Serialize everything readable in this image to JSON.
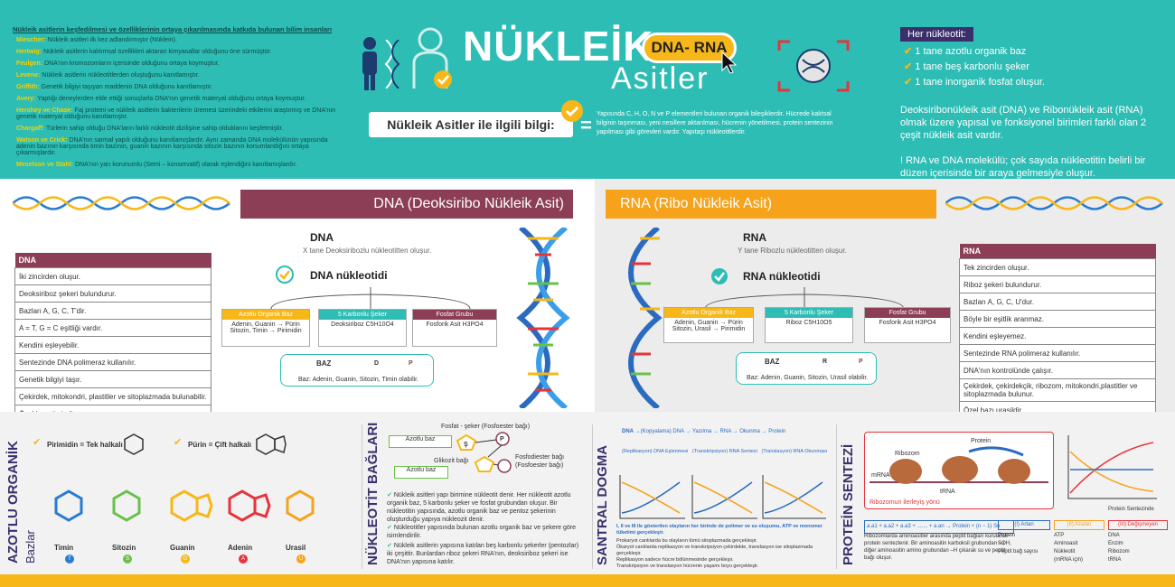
{
  "header": {
    "title": "NÜKLEİK",
    "subtitle": "Asitler",
    "pill": "DNA- RNA",
    "info_label": "Nükleik Asitler ile ilgili bilgi:",
    "eq": "=",
    "info_text": "Yapısında C, H, O, N ve P elementleri bulunan organik bileşiklerdir. Hücrede kalıtsal bilginin taşınması, yeni nesillere aktarılması, hücrenin yönetilmesi, protein sentezinin yapılması gibi görevleri vardır. Yapıtaşı nükleotitlerdir."
  },
  "scientists": {
    "title": "Nükleik asitlerin keşfedilmesi ve özelliklerinin ortaya çıkarılmasında katkıda bulunan bilim insanları",
    "items": [
      {
        "name": "Miescher:",
        "text": "Nükleik asitleri ilk kez adlandırmıştır (Nüklein)."
      },
      {
        "name": "Hertwig:",
        "text": "Nükleik asitlerin kalıtımsal özellikleri aktaran kimyasallar olduğunu öne sürmüştür."
      },
      {
        "name": "Feulgen:",
        "text": "DNA'nın kromozomların içerisinde olduğunu ortaya koymuştur."
      },
      {
        "name": "Levene:",
        "text": "Nükleik asitlerin nükleotitlerden oluştuğunu kanıtlamıştır."
      },
      {
        "name": "Griffith:",
        "text": "Genetik bilgiyi taşıyan maddenin DNA olduğunu kanıtlamıştır."
      },
      {
        "name": "Avery:",
        "text": "Yaptığı deneylerden elde ettiği sonuçlarla DNA'nın genetik materyal olduğunu ortaya koymuştur."
      },
      {
        "name": "Hershey ve Chase:",
        "text": "Faj proteini ve nükleik asitlerin bakterilerin üremesi üzerindeki etkilerini araştırmış ve DNA'nın genetik materyal olduğunu kanıtlamıştır."
      },
      {
        "name": "Chargaff:",
        "text": "Türlerin sahip olduğu DNA'ların farklı nükleotit dizilişine sahip olduklarını keşfetmiştir."
      },
      {
        "name": "Watson ve Crick:",
        "text": "DNA'nın sarmal yapılı olduğunu kanıtlamışlardır. Aynı zamanda DNA molekülünün yapısında adenin bazının karşısında timin bazının, guanin bazının karşısında sitozin bazının konumlandığını ortaya çıkarmışlardır."
      },
      {
        "name": "Meselson ve Stahl:",
        "text": "DNA'nın yarı korunumlu (Semi – konservatif) olarak eşlendiğini kanıtlamışlardır."
      }
    ]
  },
  "nucleotide": {
    "title": "Her nükleotit:",
    "items": [
      "1 tane azotlu organik baz",
      "1 tane beş karbonlu şeker",
      "1 tane inorganik fosfat oluşur."
    ],
    "p1": "Deoksiribonükleik asit (DNA) ve Ribonükleik asit (RNA) olmak üzere yapısal ve fonksiyonel birimleri farklı olan 2 çeşit nükleik asit vardır.",
    "p2": "! RNA ve DNA molekülü; çok sayıda nükleotitin belirli bir düzen içerisinde bir araya gelmesiyle oluşur."
  },
  "dna": {
    "header": "DNA (Deoksiribo Nükleik Asit)",
    "label": "DNA",
    "desc": "X tane Deoksiribozlu nükleotitten oluşur.",
    "nuc_label": "DNA nükleotidi",
    "b1h": "Azotlu Organik Baz",
    "b1": "Adenin, Guanin → Pürin Sitozin, Timin → Pirimidin",
    "b2h": "5 Karbonlu Şeker",
    "b2": "Deoksiriboz C5H10O4",
    "b3h": "Fosfat Grubu",
    "b3": "Fosforik Asit H3PO4",
    "baz": "BAZ",
    "d": "D",
    "p": "P",
    "bazlist": "Baz: Adenin, Guanin, Sitozin, Timin olabilir.",
    "table_title": "DNA",
    "rows": [
      "İki zincirden oluşur.",
      "Deoksiriboz şekeri bulundurur.",
      "Bazları A, G, C, T'dir.",
      "A = T, G = C eşitliği vardır.",
      "Kendini eşleyebilir.",
      "Sentezinde DNA polimeraz kullanılır.",
      "Genetik bilgiyi taşır.",
      "Çekirdek, mitokondri, plastitler ve sitoplazmada bulunabilir.",
      "Özel bazı timindir."
    ]
  },
  "rna": {
    "header": "RNA (Ribo Nükleik Asit)",
    "label": "RNA",
    "desc": "Y tane Ribozlu nükleotitten oluşur.",
    "nuc_label": "RNA nükleotidi",
    "b1h": "Azotlu Organik Baz",
    "b1": "Adenin, Guanin → Pürin Sitozin, Urasil → Pirimidin",
    "b2h": "5 Karbonlu Şeker",
    "b2": "Riboz C5H10O5",
    "b3h": "Fosfat Grubu",
    "b3": "Fosforik Asit H3PO4",
    "baz": "BAZ",
    "r": "R",
    "p": "P",
    "bazlist": "Baz: Adenin, Guanin, Sitozin, Urasil olabilir.",
    "table_title": "RNA",
    "rows": [
      "Tek zincirden oluşur.",
      "Riboz şekeri bulundurur.",
      "Bazları A, G, C, U'dur.",
      "Böyle bir eşitlik aranmaz.",
      "Kendini eşleyemez.",
      "Sentezinde RNA polimeraz kullanılır.",
      "DNA'nın kontrolünde çalışır.",
      "Çekirdek, çekirdekçik, ribozom, mitokondri,plastitler ve sitoplazmada bulunur.",
      "Özel bazı urasildir."
    ]
  },
  "bases": {
    "vtitle": "AZOTLU ORGANİK",
    "vsub": "Bazlar",
    "pyr": "Pirimidin = Tek halkalı",
    "pur": "Pürin = Çift halkalı",
    "names": [
      "Timin",
      "Sitozin",
      "Guanin",
      "Adenin",
      "Urasil"
    ],
    "letters": [
      "T",
      "S",
      "G",
      "A",
      "U"
    ]
  },
  "bonds": {
    "vtitle": "NÜKLEOTİT BAĞLARI",
    "fosfat": "Fosfat - şeker (Fosfoester bağı)",
    "azotlu": "Azotlu baz",
    "glikozit": "Glikozit bağı",
    "fosfodiester": "Fosfodiester bağı (Fosfoester bağı)",
    "s": "Ş",
    "p": "P",
    "t1": "Nükleik asitleri yapı birimine nükleotit denir. Her nükleotit azotlu organik baz, 5 karbonlu şeker ve fosfat grubundan oluşur. Bir nükleotitin yapısında, azotlu organik baz ve pentoz şekerinin oluşturduğu yapıya nükleozit denir.",
    "t2": "Nükleotitler yapısında bulunan azotlu organik baz ve şekere göre isimlendirilir.",
    "t3": "Nükleik asitlerin yapısına katılan beş karbonlu şekerler (pentozlar) iki çeşittir. Bunlardan riboz şekeri RNA'nın, deoksiriboz şekeri ise DNA'nın yapısına katılır."
  },
  "dogma": {
    "vtitle": "SANTRAL DOGMA",
    "dna": "DNA",
    "k": "Kopyalama",
    "y": "Yazılma",
    "o": "Okunma",
    "rna": "RNA",
    "prot": "Protein",
    "e1": "(Replikasyon) DNA Eşlenmesi",
    "e2": "(Transkripsiyon) RNA Sentezi",
    "e3": "(Translasyon) RNA Okunması",
    "note": "I, II ve III ile gösterilen olayların her birinde de polimer ve su oluşumu, ATP ve monomer tüketimi gerçekleşir.",
    "n1": "Prokaryot canlılarda bu olayların tümü sitoplazmada gerçekleşir.",
    "n2": "Ökaryot canlılarda replikasyon ve transkripsiyon çekirdekte, translasyon ise sitoplazmada gerçekleşir.",
    "n3": "Replikasyon sadece hücre bölünmesinde gerçekleşir.",
    "n4": "Transkripsiyon ve translasyon hücrenin yaşamı boyu gerçekleşir."
  },
  "protein": {
    "vtitle": "PROTEİN SENTEZİ",
    "ribozom": "Ribozom",
    "protein": "Protein",
    "mrna": "mRNA",
    "trna": "tRNA",
    "yon": "Ribozomun ilerleyiş yönü",
    "eq": "a.a1 + a.a2 + a.a3 + ....... + a.an → Protein + (n − 1) Su",
    "text": "Ribozomlarda aminoasitler arasında peptit bağları kurularak protein sentezlenir. Bir aminoasitin karboksil grubundan –OH, diğer aminoasitin amino grubundan –H çıkarak su ve peptit bağı oluşur.",
    "g1t": "(I) Artan",
    "g1": [
      "Protein",
      "Su",
      "Peptit bağ sayısı"
    ],
    "g2t": "(II) Azalan",
    "g2": [
      "ATP",
      "Aminoasit",
      "Nükleotit",
      "(mRNA için)"
    ],
    "g3t": "(III) Değişmeyen",
    "g3": [
      "DNA",
      "Enzim",
      "Ribozom",
      "tRNA"
    ],
    "chart_label": "Protein Sentezinde"
  }
}
